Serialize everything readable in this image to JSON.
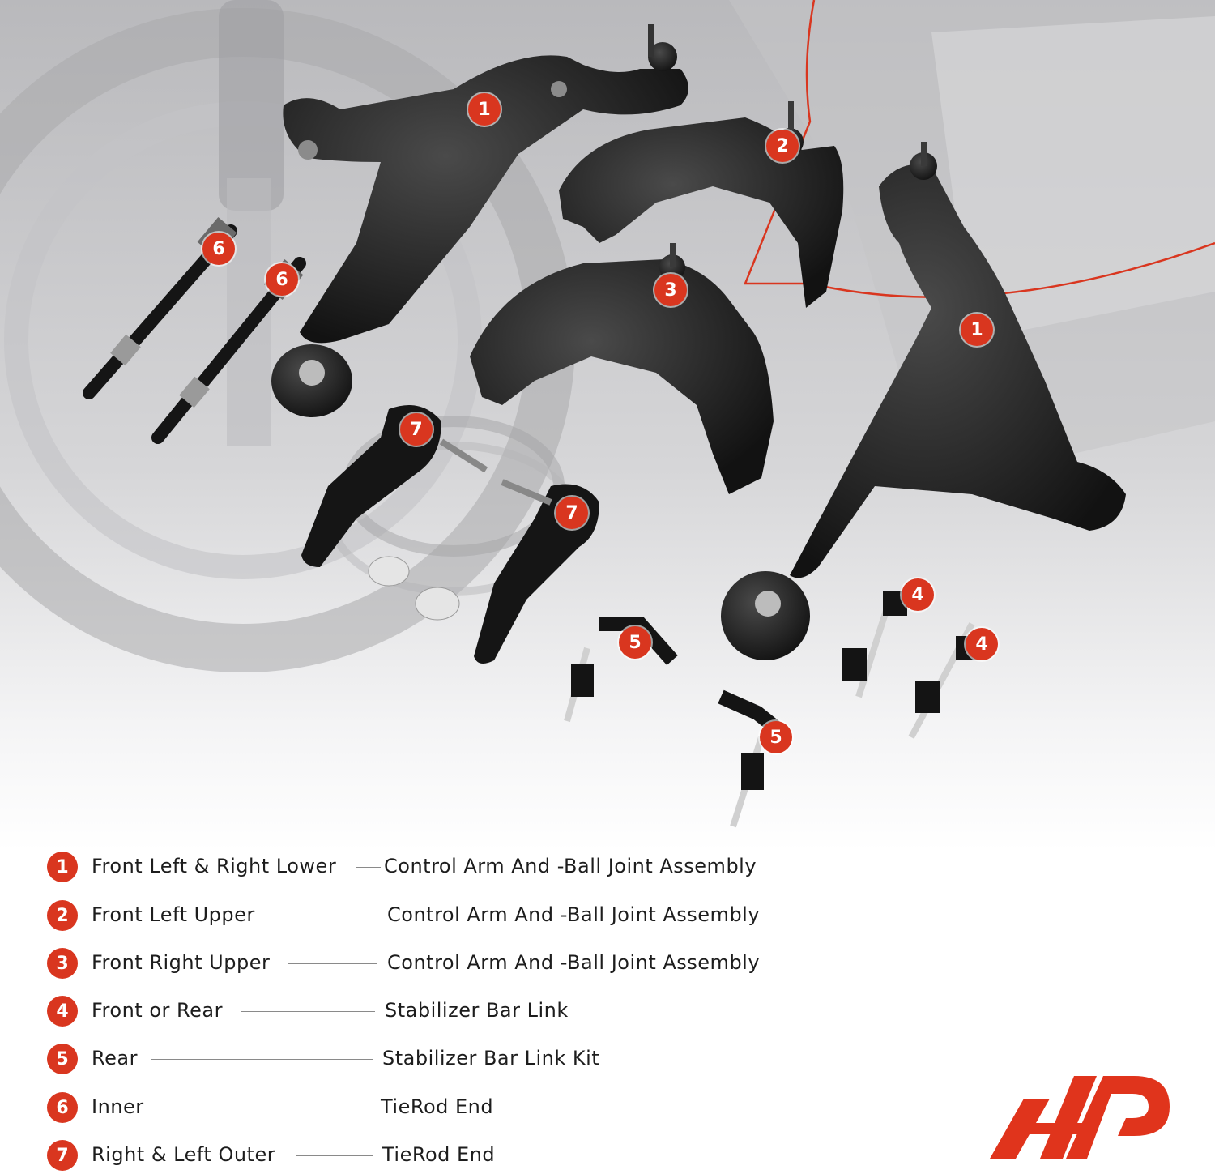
{
  "badges": [
    {
      "num": "1"
    },
    {
      "num": "2"
    },
    {
      "num": "6"
    },
    {
      "num": "6"
    },
    {
      "num": "3"
    },
    {
      "num": "1"
    },
    {
      "num": "7"
    },
    {
      "num": "7"
    },
    {
      "num": "4"
    },
    {
      "num": "5"
    },
    {
      "num": "4"
    },
    {
      "num": "5"
    }
  ],
  "legend": [
    {
      "num": "1",
      "label": "Front Left  & Right Lower",
      "desc": "Control Arm And -Ball Joint Assembly"
    },
    {
      "num": "2",
      "label": "Front Left Upper",
      "desc": "Control Arm And -Ball Joint Assembly"
    },
    {
      "num": "3",
      "label": "Front Right Upper",
      "desc": "Control Arm And -Ball Joint Assembly"
    },
    {
      "num": "4",
      "label": "Front or Rear",
      "desc": "Stabilizer Bar Link"
    },
    {
      "num": "5",
      "label": "Rear",
      "desc": "Stabilizer Bar Link Kit"
    },
    {
      "num": "6",
      "label": "Inner",
      "desc": "TieRod End"
    },
    {
      "num": "7",
      "label": "Right  &  Left Outer",
      "desc": "TieRod End"
    }
  ],
  "colors": {
    "accent": "#d9361f",
    "part": "#1b1b1b",
    "background_scene": "#cfcfd1"
  },
  "logo": {
    "icon": "a-premium-logo"
  }
}
